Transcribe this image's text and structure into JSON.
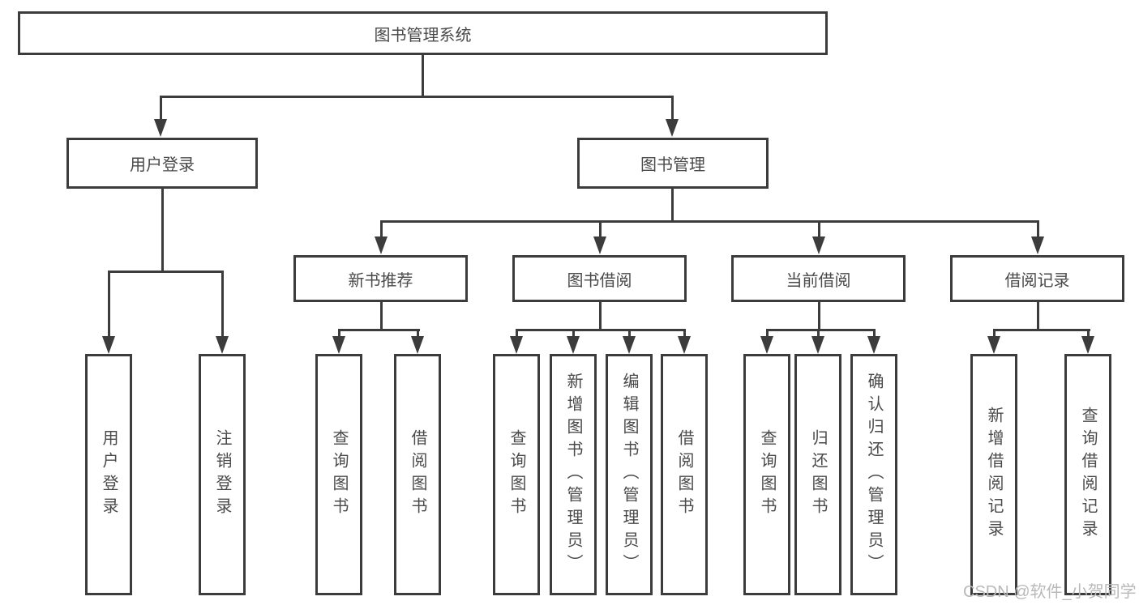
{
  "diagram": {
    "title": "图书管理系统",
    "level2": {
      "user_login": "用户登录",
      "book_mgmt": "图书管理"
    },
    "level3": {
      "new_books": "新书推荐",
      "book_borrow": "图书借阅",
      "current_borrow": "当前借阅",
      "borrow_records": "借阅记录"
    },
    "leaves": {
      "login": "用户登录",
      "logout": "注销登录",
      "nb_query": "查询图书",
      "nb_borrow": "借阅图书",
      "bb_query": "查询图书",
      "bb_add": "新增图书（管理员）",
      "bb_edit": "编辑图书（管理员）",
      "bb_borrow": "借阅图书",
      "cb_query": "查询图书",
      "cb_return": "归还图书",
      "cb_confirm": "确认归还（管理员）",
      "br_add": "新增借阅记录",
      "br_query": "查询借阅记录"
    },
    "watermark": "CSDN @软件_小贺同学",
    "colors": {
      "line": "#3c3c3c",
      "text": "#4a4a4a",
      "watermark": "#b9b9b9"
    }
  }
}
